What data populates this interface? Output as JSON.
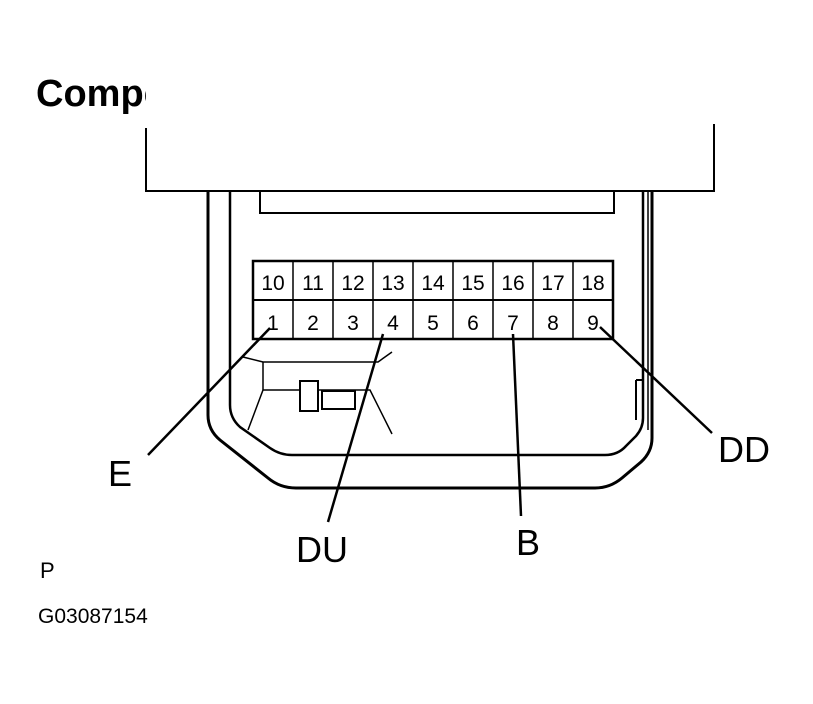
{
  "title": "Component Side (Double Cab):",
  "connector": {
    "top_row": [
      "10",
      "11",
      "12",
      "13",
      "14",
      "15",
      "16",
      "17",
      "18"
    ],
    "bottom_row": [
      "1",
      "2",
      "3",
      "4",
      "5",
      "6",
      "7",
      "8",
      "9"
    ]
  },
  "callouts": {
    "e": "E",
    "du": "DU",
    "b": "B",
    "dd": "DD"
  },
  "marker": "P",
  "figure_id": "G03087154"
}
